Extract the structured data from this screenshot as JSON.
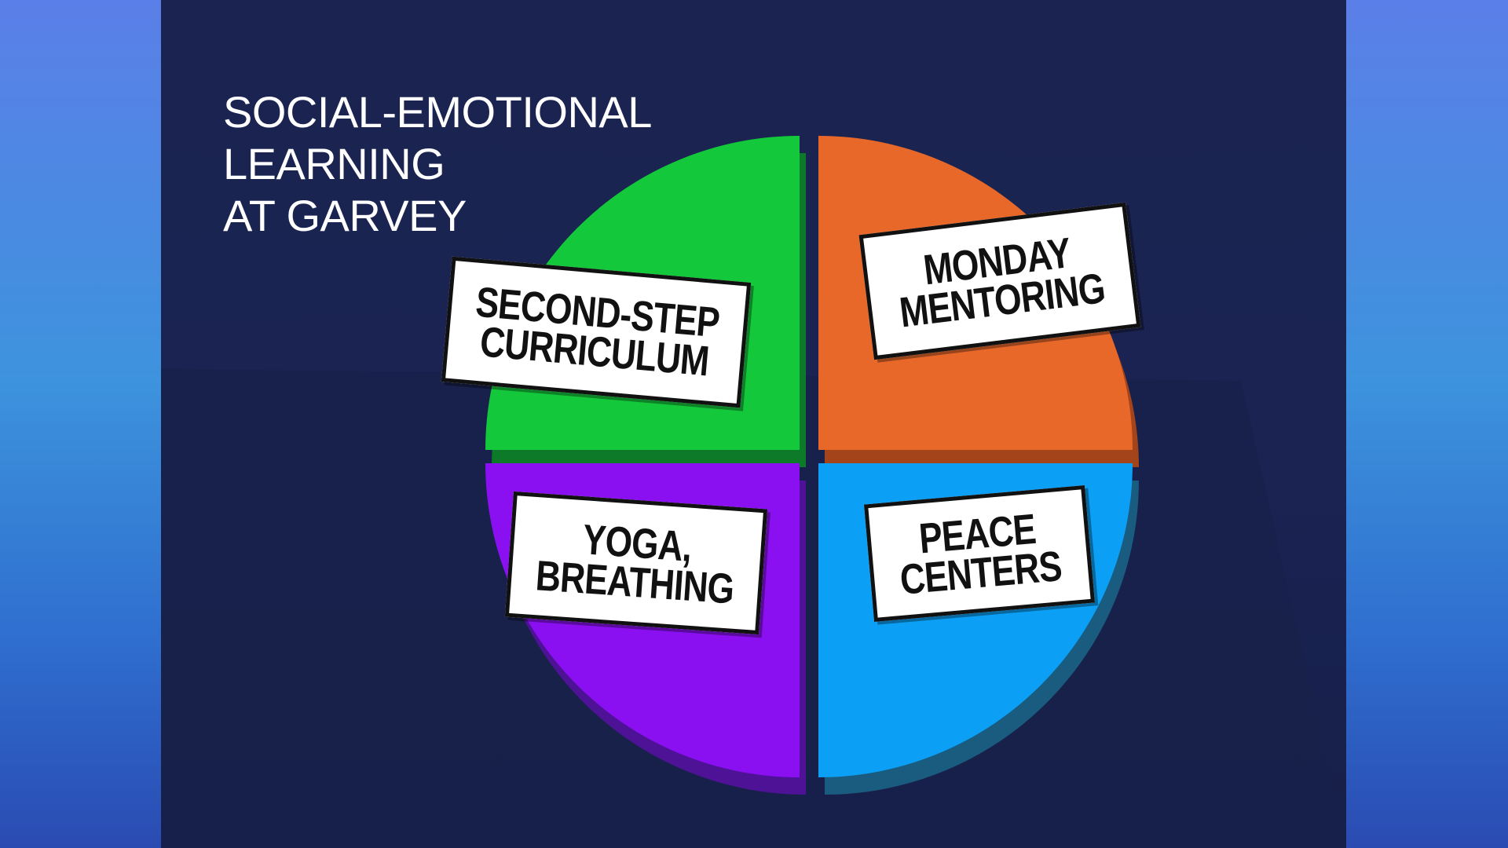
{
  "headline": {
    "lines": [
      "SOCIAL-EMOTIONAL",
      "LEARNING",
      "AT GARVEY"
    ]
  },
  "chart_data": {
    "type": "pie",
    "title": "SOCIAL-EMOTIONAL LEARNING AT GARVEY",
    "slices": [
      {
        "label_lines": [
          "SECOND-STEP",
          "CURRICULUM"
        ],
        "value": 25,
        "color": "#14c83c",
        "shade": "#0d7a2a",
        "quadrant": "top-left"
      },
      {
        "label_lines": [
          "MONDAY",
          "MENTORING"
        ],
        "value": 25,
        "color": "#e8682a",
        "shade": "#a3441a",
        "quadrant": "top-right"
      },
      {
        "label_lines": [
          "YOGA,",
          "BREATHING"
        ],
        "value": 25,
        "color": "#8a10f2",
        "shade": "#4e1296",
        "quadrant": "bottom-left"
      },
      {
        "label_lines": [
          "PEACE",
          "CENTERS"
        ],
        "value": 25,
        "color": "#0ba0f6",
        "shade": "#1a5c80",
        "quadrant": "bottom-right"
      }
    ]
  }
}
